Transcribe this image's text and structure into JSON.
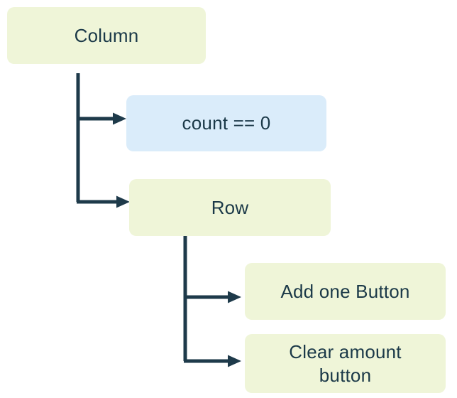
{
  "diagram_kind": "widget-tree",
  "colors": {
    "widget_fill": "#eff5d8",
    "condition_fill": "#daecfa",
    "connector": "#1e3a4a",
    "label_text": "#1b3948",
    "canvas_bg": "#ffffff"
  },
  "nodes": {
    "column": {
      "label": "Column",
      "kind": "widget"
    },
    "condition": {
      "label": "count == 0",
      "kind": "condition"
    },
    "row": {
      "label": "Row",
      "kind": "widget"
    },
    "add_one": {
      "label": "Add one Button",
      "kind": "widget"
    },
    "clear": {
      "label": "Clear amount button",
      "kind": "widget"
    }
  },
  "edges": [
    {
      "from": "Column",
      "to": "count == 0"
    },
    {
      "from": "Column",
      "to": "Row"
    },
    {
      "from": "Row",
      "to": "Add one Button"
    },
    {
      "from": "Row",
      "to": "Clear amount button"
    }
  ]
}
